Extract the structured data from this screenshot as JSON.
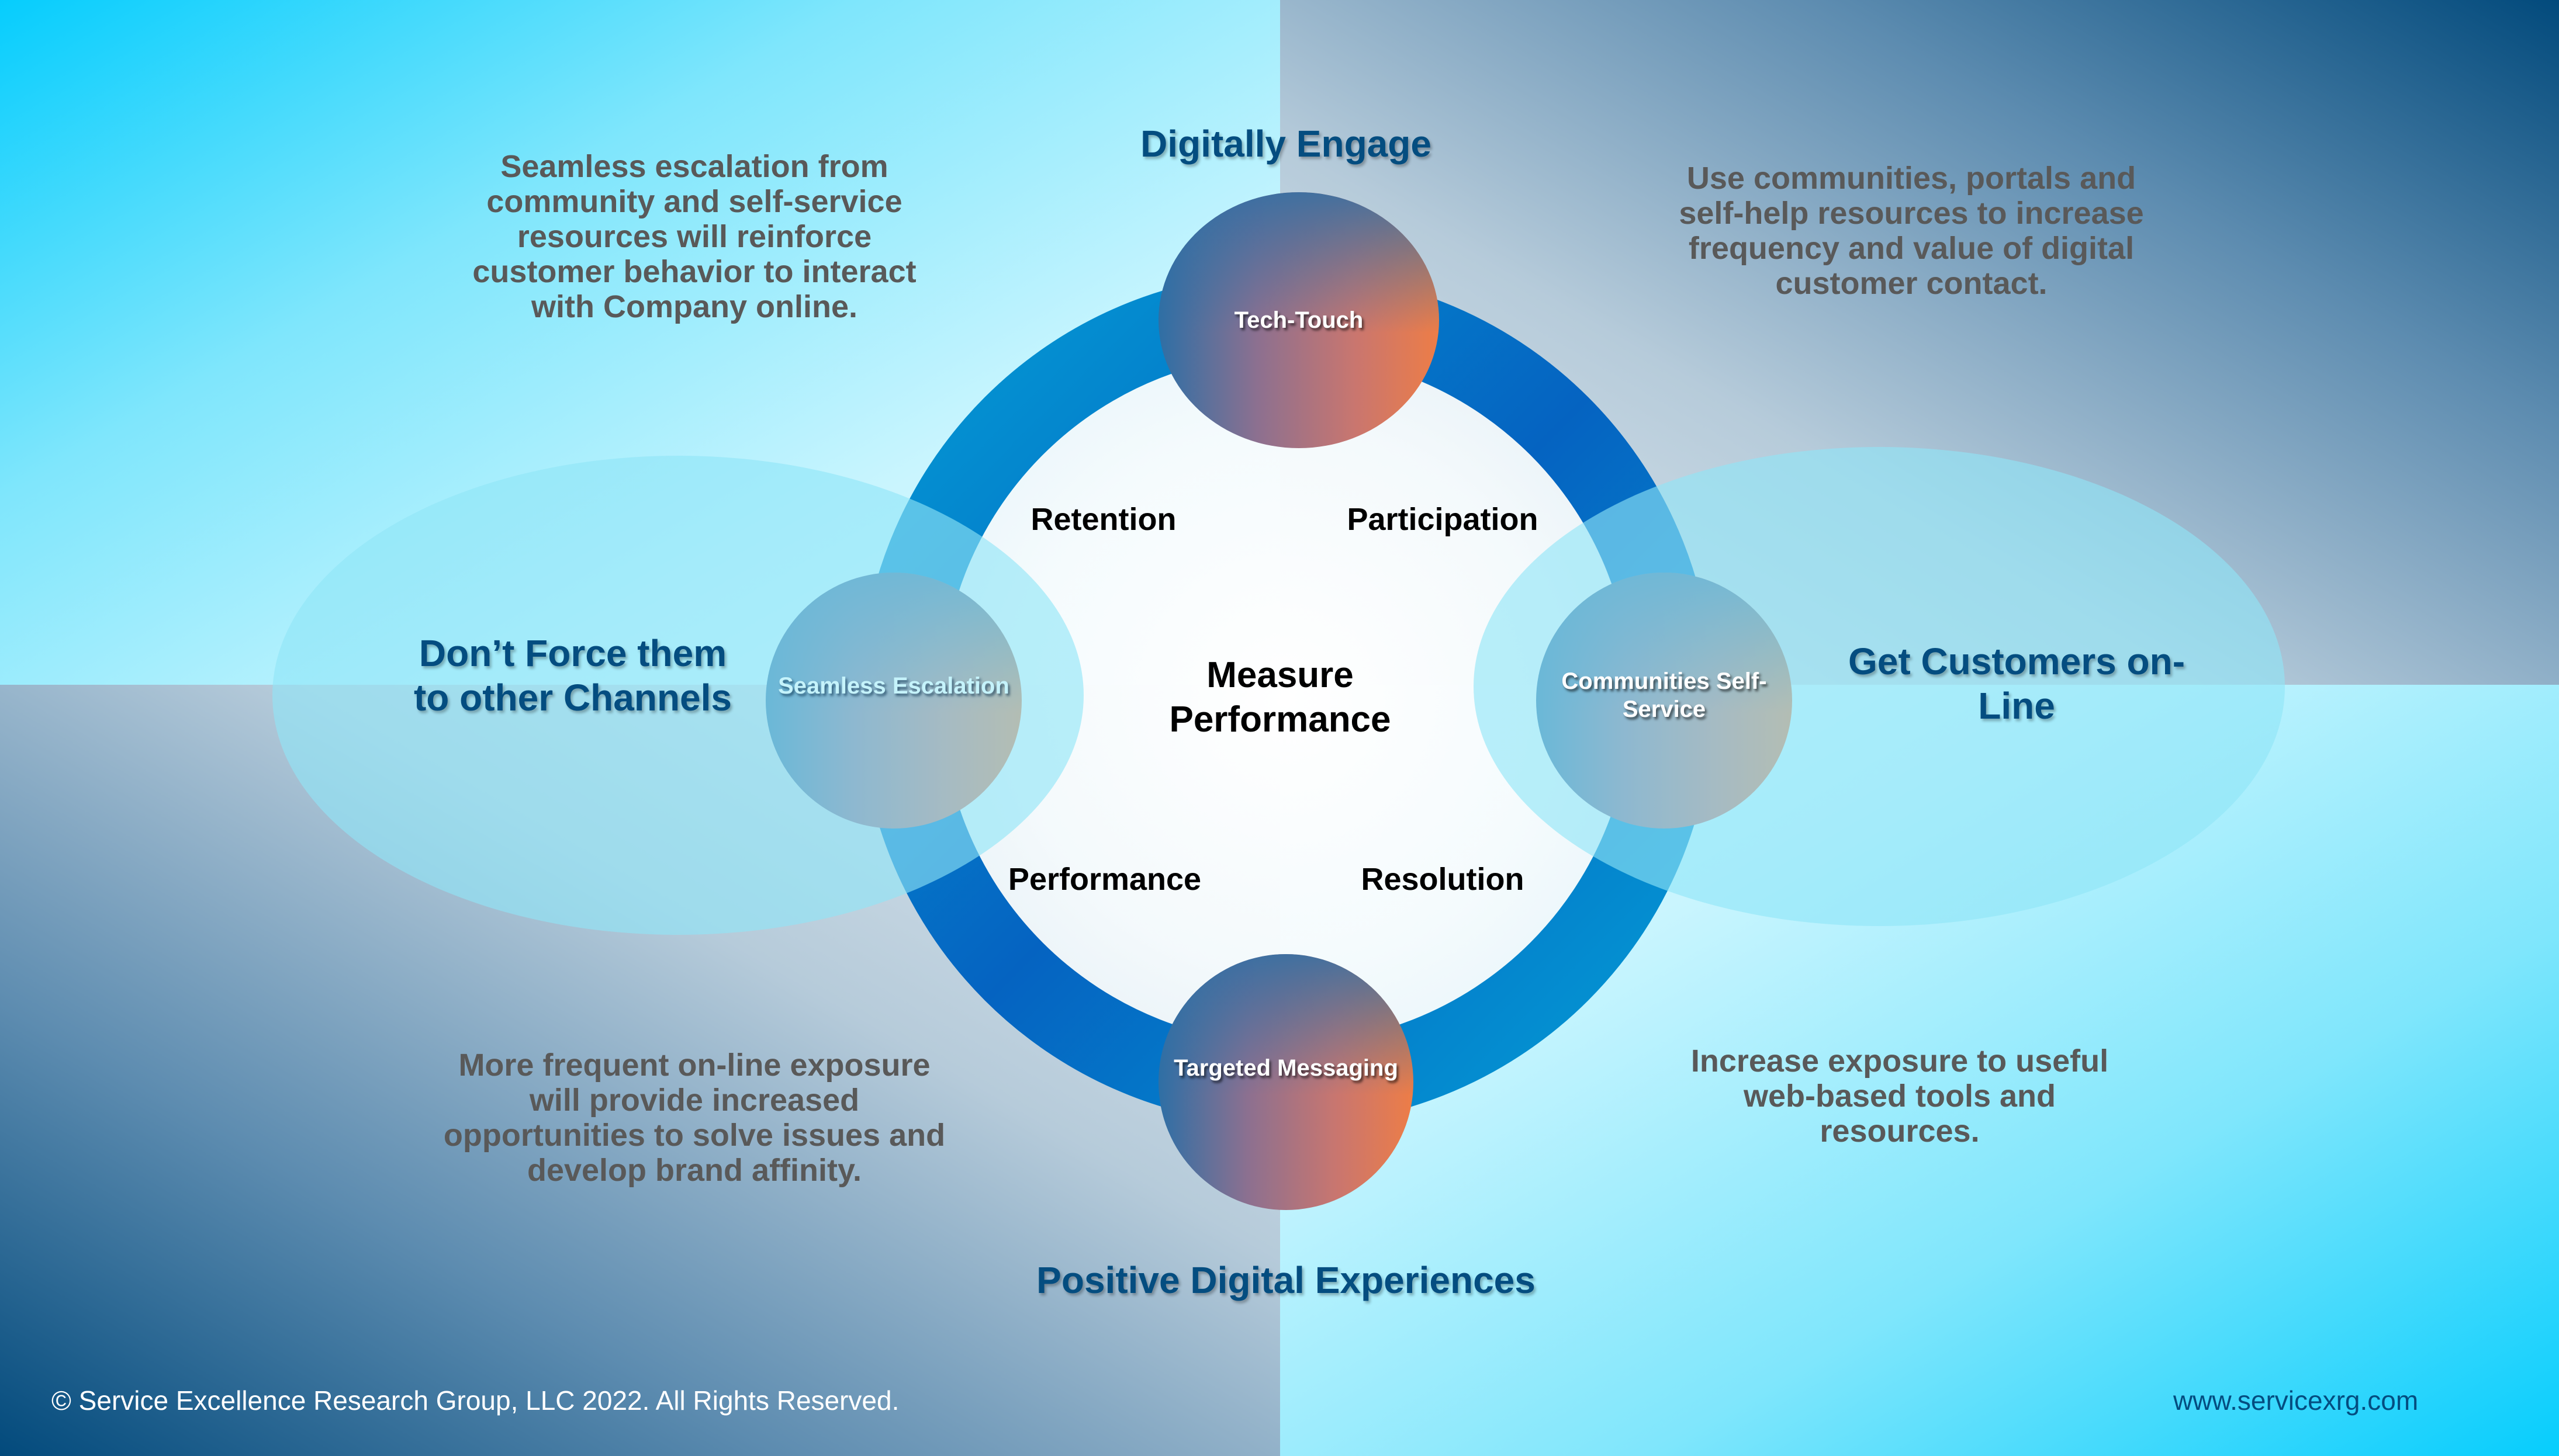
{
  "quadrant_captions": {
    "top_left": "Seamless escalation from community and self-service resources will reinforce customer behavior to interact with Company online.",
    "top_right": "Use communities, portals and self-help resources to increase frequency and value of digital customer contact.",
    "bottom_left": "More frequent on-line exposure will provide increased opportunities to solve issues and develop brand affinity.",
    "bottom_right": "Increase exposure to useful web-based tools and resources."
  },
  "headings": {
    "top": "Digitally Engage",
    "bottom": "Positive Digital Experiences",
    "left": "Don’t Force them to other Channels",
    "right": "Get Customers on-Line"
  },
  "center": {
    "label": "Measure Performance"
  },
  "metrics": {
    "top_left": "Retention",
    "top_right": "Participation",
    "bottom_left": "Performance",
    "bottom_right": "Resolution"
  },
  "nodes": {
    "top": "Tech-Touch",
    "left": "Seamless Escalation",
    "right": "Communities Self-Service",
    "bottom": "Targeted Messaging"
  },
  "footer": {
    "copyright": "© Service Excellence Research Group, LLC  2022. All Rights Reserved.",
    "website": "www.servicexrg.com"
  },
  "colors": {
    "heading": "#044d80",
    "caption": "#595959",
    "ring_light": "#039bd5",
    "ring_dark": "#0563c1",
    "node_start": "#2e6fa5",
    "node_end": "#ed7d47",
    "ellipse": "#8fe5f7"
  }
}
